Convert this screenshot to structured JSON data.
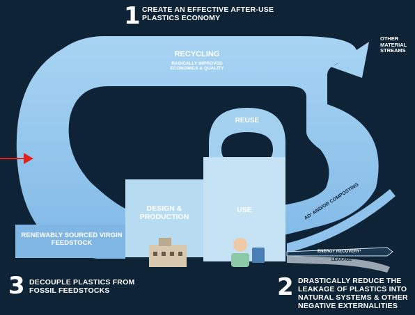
{
  "objective1": {
    "number": "1",
    "text": "CREATE AN EFFECTIVE AFTER-USE PLASTICS ECONOMY"
  },
  "objective2": {
    "number": "2",
    "text": "DRASTICALLY REDUCE THE LEAKAGE OF PLASTICS INTO NATURAL SYSTEMS & OTHER NEGATIVE EXTERNALITIES"
  },
  "objective3": {
    "number": "3",
    "text": "DECOUPLE PLASTICS FROM FOSSIL FEEDSTOCKS"
  },
  "loops": {
    "recycling": {
      "label": "RECYCLING",
      "sublabel": "RADICALLY IMPROVED ECONOMICS & QUALITY"
    },
    "reuse": "REUSE"
  },
  "blocks": {
    "design": "DESIGN & PRODUCTION",
    "use": "USE",
    "feedstock": "RENEWABLY SOURCED VIRGIN FEEDSTOCK"
  },
  "streams": {
    "other": "OTHER MATERIAL STREAMS",
    "composting": "AD¹ AND/OR COMPOSTING",
    "energy": "ENERGY RECOVERY¹",
    "leakage": "LEAKAGE"
  },
  "colors": {
    "background": "#0e2436",
    "loop_blue": "#8fc3ec",
    "block_light": "#b7dcf2",
    "feedstock_blue": "#7fb6e3",
    "arrow_red": "#e0241b"
  }
}
